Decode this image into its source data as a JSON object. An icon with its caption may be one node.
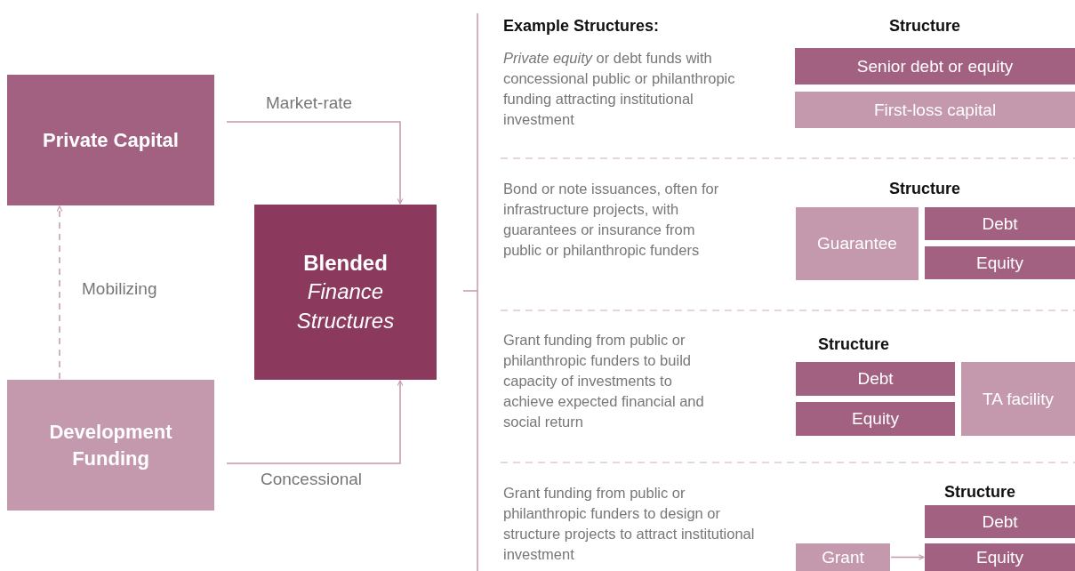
{
  "diagram": {
    "nodes": [
      {
        "text": [
          "Private Capital"
        ]
      },
      {
        "text": [
          "**Blended** *Finance Structures*"
        ]
      },
      {
        "text": [
          "Development Funding"
        ]
      },
      {
        "text": [
          "Senior debt or equity"
        ]
      },
      {
        "text": [
          "First-loss capital"
        ]
      },
      {
        "text": [
          "Guarantee"
        ]
      },
      {
        "text": [
          "Debt"
        ]
      },
      {
        "text": [
          "Equity"
        ]
      },
      {
        "text": [
          "Debt"
        ]
      },
      {
        "text": [
          "Equity"
        ]
      },
      {
        "text": [
          "TA facility"
        ]
      },
      {
        "text": [
          "Debt"
        ]
      },
      {
        "text": [
          "Grant"
        ]
      },
      {
        "text": [
          "Equity"
        ]
      }
    ],
    "edges": [
      {
        "from": 0,
        "to": 1,
        "arrow": "to",
        "label": "Market-rate"
      },
      {
        "from": 2,
        "to": 1,
        "arrow": "to",
        "label": "Concessional"
      },
      {
        "from": 2,
        "to": 0,
        "arrow": "to",
        "label": "Mobilizing",
        "style": "dashed"
      },
      {
        "from": 12,
        "to": 13,
        "arrow": "to"
      }
    ],
    "labels": [
      "Example Structures:",
      "Structure",
      "*Private equity* or debt funds with concessional public or philanthropic funding attracting institutional investment",
      "Structure",
      "Bond or note issuances, often for infrastructure projects, with guarantees or insurance from public or philanthropic funders",
      "Structure",
      "Grant funding from public or philanthropic funders to build capacity of investments to achieve expected financial and social return",
      "Structure",
      "Grant funding from public or philanthropic funders to design or structure projects to attract institutional investment"
    ]
  }
}
